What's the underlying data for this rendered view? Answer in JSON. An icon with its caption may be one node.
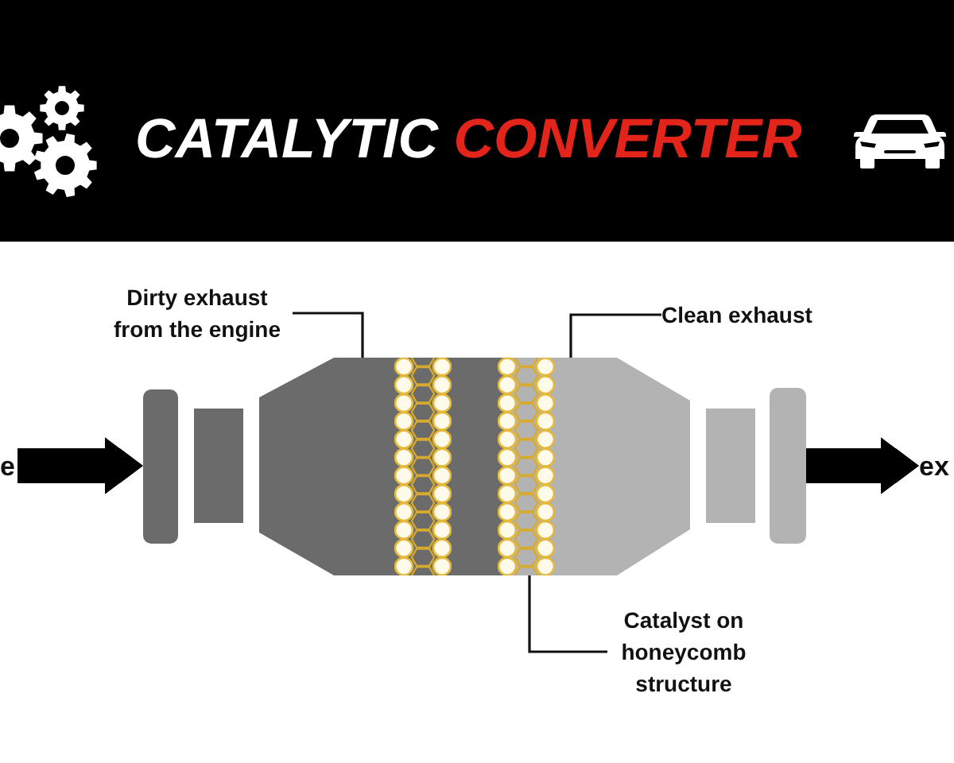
{
  "diagram": {
    "title": "CATALYTIC CONVERTER",
    "nodes": [
      {
        "text": [
          "Dirty exhaust from the engine"
        ]
      },
      {
        "text": [
          "Clean exhaust"
        ]
      },
      {
        "text": [
          "e"
        ]
      },
      {
        "text": [],
        "shape": "box"
      },
      {
        "text": [],
        "shape": "box"
      },
      {
        "text": [],
        "shape": "box"
      },
      {
        "text": [],
        "shape": "bar",
        "in": 5
      },
      {
        "text": [],
        "shape": "bar"
      },
      {
        "text": [],
        "shape": "box"
      },
      {
        "text": [],
        "shape": "box"
      },
      {
        "text": [],
        "shape": "box"
      },
      {
        "text": [
          "ex"
        ]
      },
      {
        "text": [
          "Catalyst on honeycomb structure"
        ]
      }
    ],
    "edges": [
      {
        "from": 2,
        "to": 3,
        "arrow": "to",
        "style": "thick"
      },
      {
        "from": 10,
        "to": 11,
        "arrow": "to",
        "style": "thick"
      },
      {
        "from": 0,
        "to": 5,
        "arrow": "none"
      },
      {
        "from": 1,
        "to": 8,
        "arrow": "none"
      },
      {
        "from": 12,
        "to": 7,
        "arrow": "none"
      }
    ]
  }
}
